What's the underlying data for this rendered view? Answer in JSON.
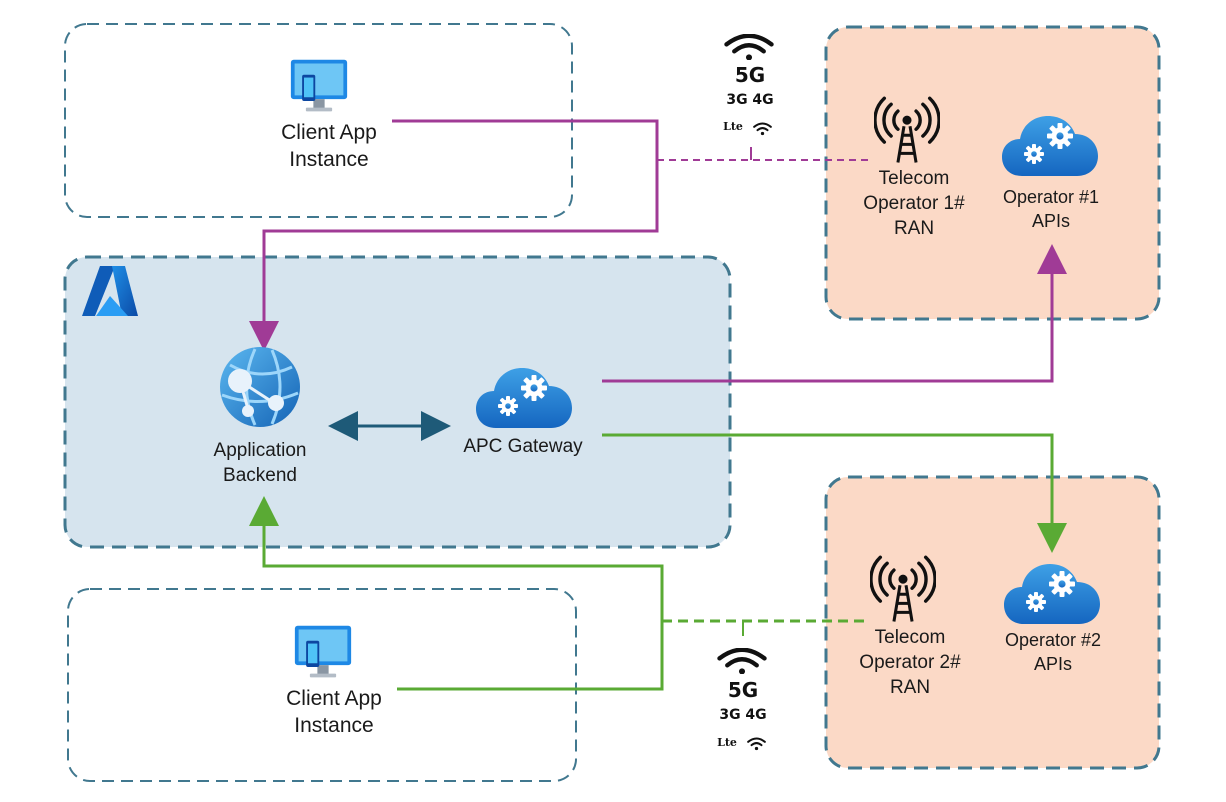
{
  "client_top": {
    "line1": "Client App",
    "line2": "Instance"
  },
  "client_bottom": {
    "line1": "Client App",
    "line2": "Instance"
  },
  "azure": {
    "backend": {
      "line1": "Application",
      "line2": "Backend"
    },
    "gateway": {
      "label": "APC Gateway"
    }
  },
  "operator1": {
    "ran": {
      "line1": "Telecom",
      "line2": "Operator 1#",
      "line3": "RAN"
    },
    "apis": {
      "line1": "Operator #1",
      "line2": "APIs"
    }
  },
  "operator2": {
    "ran": {
      "line1": "Telecom",
      "line2": "Operator 2#",
      "line3": "RAN"
    },
    "apis": {
      "line1": "Operator #2",
      "line2": "APIs"
    }
  },
  "network_badge_top": {
    "gen5": "5G",
    "gen34": "3G 4G",
    "lte": "Lte"
  },
  "network_badge_bottom": {
    "gen5": "5G",
    "gen34": "3G 4G",
    "lte": "Lte"
  },
  "colors": {
    "purple_flow": "#a03b96",
    "green_flow": "#5aaa34",
    "azure_region": "#d6e4ee",
    "operator_region": "#fbd9c6",
    "dashed_border": "#41788f",
    "bidirectional_arrow": "#1e5a78"
  }
}
